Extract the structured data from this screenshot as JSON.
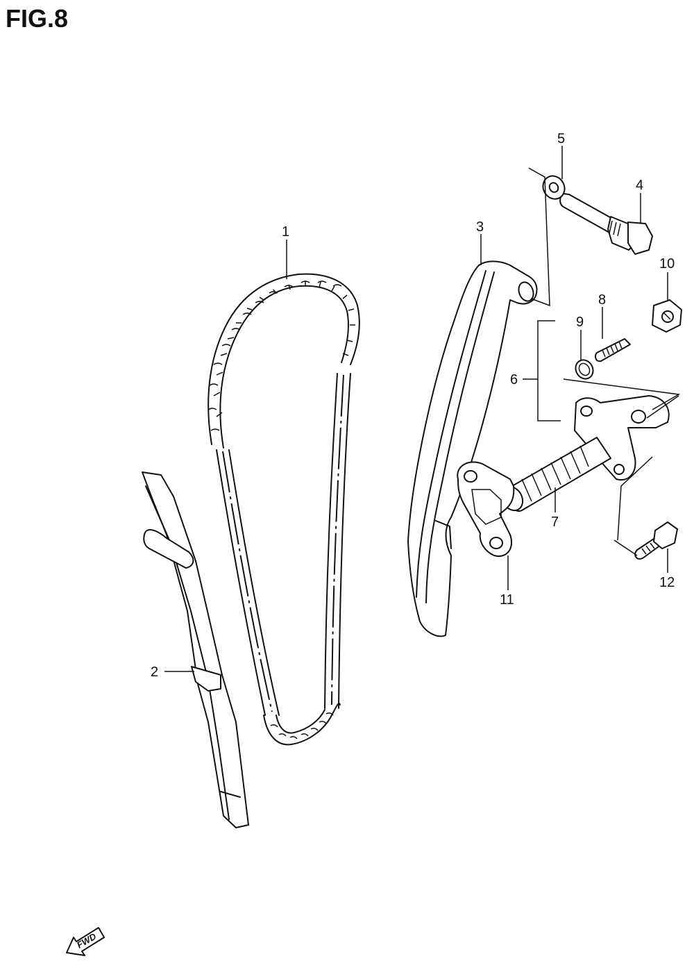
{
  "figure": {
    "title": "FIG.8"
  },
  "callouts": [
    {
      "id": "1",
      "label": "1"
    },
    {
      "id": "2",
      "label": "2"
    },
    {
      "id": "3",
      "label": "3"
    },
    {
      "id": "4",
      "label": "4"
    },
    {
      "id": "5",
      "label": "5"
    },
    {
      "id": "6",
      "label": "6"
    },
    {
      "id": "7",
      "label": "7"
    },
    {
      "id": "8",
      "label": "8"
    },
    {
      "id": "9",
      "label": "9"
    },
    {
      "id": "10",
      "label": "10"
    },
    {
      "id": "11",
      "label": "11"
    },
    {
      "id": "12",
      "label": "12"
    }
  ],
  "direction_marker": {
    "label": "FWD",
    "icon": "forward-arrow-icon"
  }
}
